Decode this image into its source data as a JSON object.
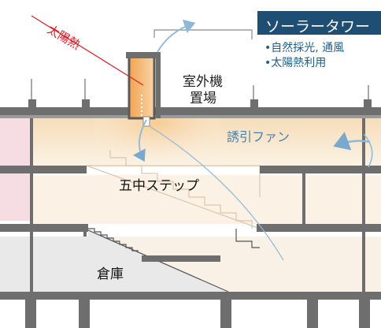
{
  "labels": {
    "sun_heat": "太陽熱",
    "outdoor_unit_area_line1": "室外機",
    "outdoor_unit_area_line2": "置場",
    "induction_fan": "誘引ファン",
    "five_step": "五中ステップ",
    "storage": "倉庫"
  },
  "solar_tower": {
    "title": "ソーラータワー",
    "bullets": [
      "•自然採光, 通風",
      "•太陽熱利用"
    ]
  },
  "colors": {
    "banner": "#1f4e74",
    "bullet_text": "#1f5d86",
    "sun_heat_text": "#d8222a",
    "fan_text": "#4a7fa8",
    "airflow_arrow": "#8fb8d8",
    "tower_fill": "#f3b46a",
    "interior_fill": "#f8eedd",
    "concrete": "#6e6e6e",
    "pink_space": "#f6dde4"
  }
}
